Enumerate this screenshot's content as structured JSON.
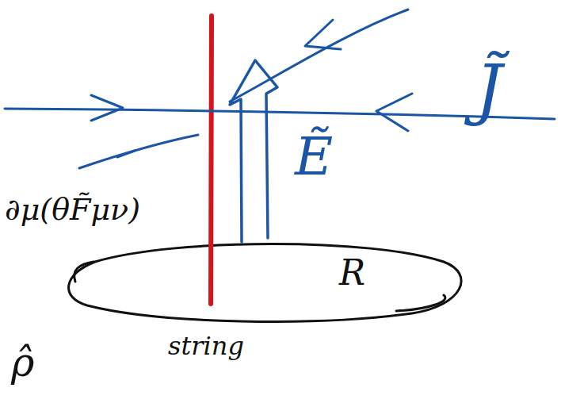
{
  "diagram": {
    "labels": [
      "J̃",
      "Ẽ",
      "∂μ(θF̃μν)",
      "R",
      "string",
      "ρ̂"
    ]
  }
}
